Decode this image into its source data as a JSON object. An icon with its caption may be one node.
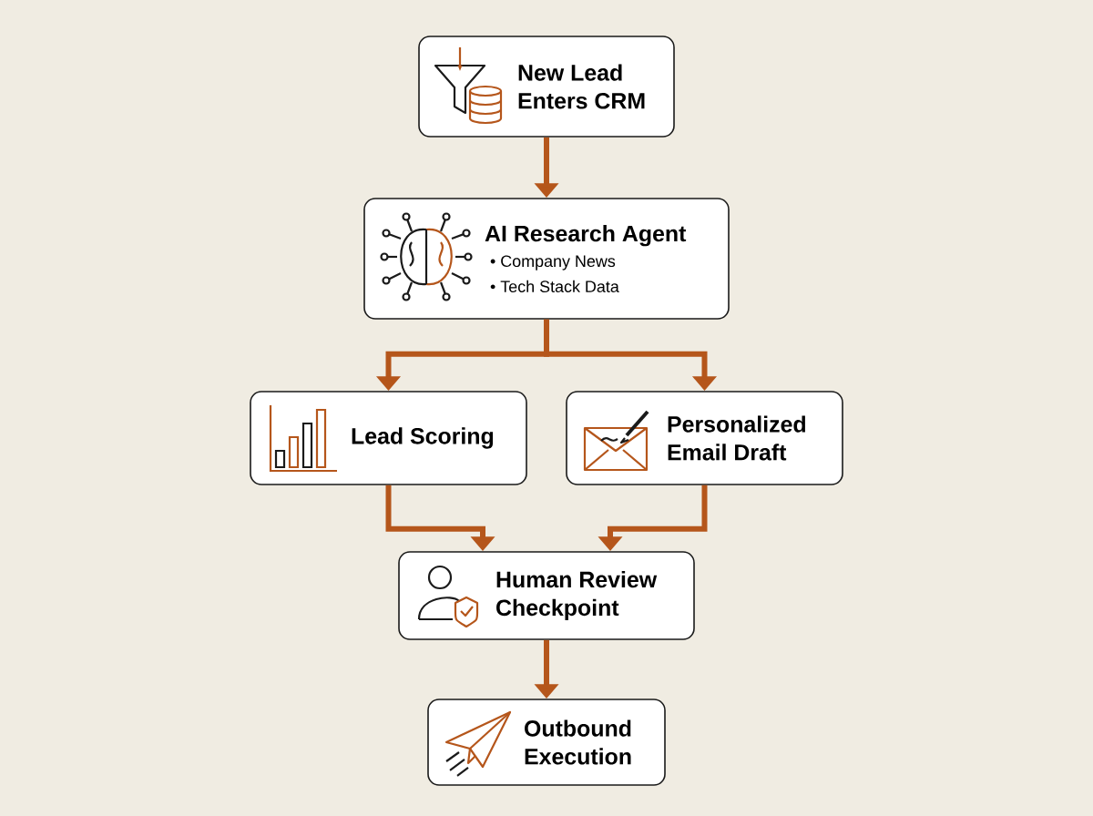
{
  "diagram": {
    "nodes": [
      {
        "text": [
          "New Lead Enters CRM"
        ]
      },
      {
        "text": [
          "AI Research Agent",
          "• Company News",
          "• Tech Stack Data"
        ]
      },
      {
        "text": [
          "Lead Scoring"
        ]
      },
      {
        "text": [
          "Personalized Email Draft"
        ]
      },
      {
        "text": [
          "Human Review Checkpoint"
        ]
      },
      {
        "text": [
          "Outbound Execution"
        ]
      }
    ],
    "edges": [
      {
        "from": 0,
        "to": 1,
        "arrow": "to"
      },
      {
        "from": 1,
        "to": 2,
        "arrow": "to"
      },
      {
        "from": 1,
        "to": 3,
        "arrow": "to"
      },
      {
        "from": 2,
        "to": 4,
        "arrow": "to"
      },
      {
        "from": 3,
        "to": 4,
        "arrow": "to"
      },
      {
        "from": 4,
        "to": 5,
        "arrow": "to"
      }
    ]
  }
}
